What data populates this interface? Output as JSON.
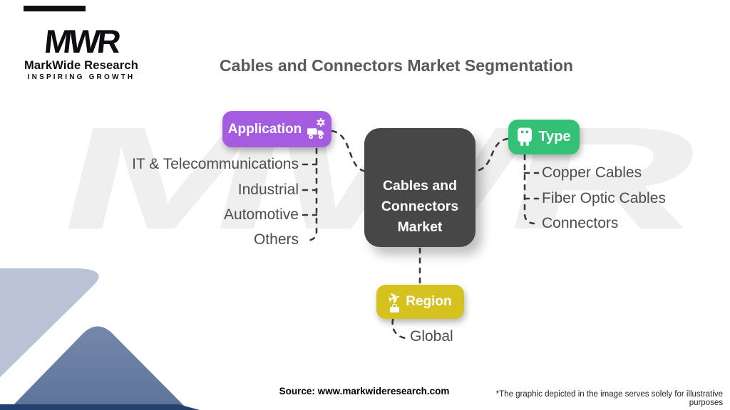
{
  "brand": {
    "logo": "MWR",
    "name": "MarkWide Research",
    "tagline": "INSPIRING GROWTH"
  },
  "title": "Cables and Connectors Market Segmentation",
  "watermark": "MWR",
  "center_node": {
    "lines": [
      "Cables and",
      "Connectors",
      "Market"
    ],
    "bg_color": "#474747"
  },
  "branches": {
    "application": {
      "label": "Application",
      "color": "#a55ce0",
      "icon": "gear-truck-icon",
      "items": [
        "IT & Telecommunications",
        "Industrial",
        "Automotive",
        "Others"
      ]
    },
    "type": {
      "label": "Type",
      "color": "#33c177",
      "icon": "usb-plug-icon",
      "items": [
        "Copper Cables",
        "Fiber Optic Cables",
        "Connectors"
      ]
    },
    "region": {
      "label": "Region",
      "color": "#d5c21e",
      "icon": "plane-luggage-icon",
      "items": [
        "Global"
      ]
    }
  },
  "footer": {
    "source": "Source: www.markwideresearch.com",
    "disclaimer": "*The graphic depicted in the image serves solely for illustrative purposes"
  },
  "deco_colors": {
    "diamond_light": "#b9c3d5",
    "diamond_medium": "#66799f",
    "bottom_strip": "#24406e"
  }
}
